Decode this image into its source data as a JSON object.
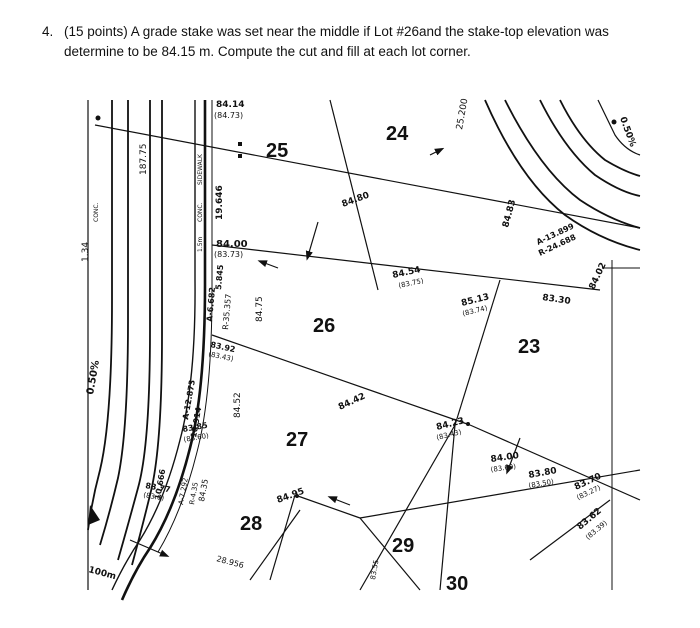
{
  "question": {
    "number": "4.",
    "line1": "(15 points) A grade stake was set near the middle if Lot #26and the stake-top elevation was",
    "line2": "determine to be 84.15 m.  Compute the cut and fill at each lot corner."
  },
  "plan": {
    "lots": {
      "l24": "24",
      "l25": "25",
      "l26": "26",
      "l23": "23",
      "l27": "27",
      "l28": "28",
      "l29": "29",
      "l30": "30"
    },
    "elevations": {
      "e8414": "84.14",
      "e8414b": "(84.73)",
      "e8480": "84.80",
      "e8400": "84.00",
      "e8400b": "(83.73)",
      "e8454": "84.54",
      "e8454b": "(83.75)",
      "e8513": "85.13",
      "e8513b": "(83.74)",
      "e8392": "83.92",
      "e8392b": "(83.43)",
      "e8442": "84.42",
      "e8423": "84.23",
      "e8423b": "(83.43)",
      "e8400r": "84.00",
      "e8400rb": "(83.60)",
      "e8380": "83.80",
      "e8380b": "(83.50)",
      "e8370": "83.70",
      "e8370b": "(83.27)",
      "e8362": "83.62",
      "e8362b": "(83.39)",
      "e8385": "83.85",
      "e8385b": "(83.60)",
      "e8377": "83.77",
      "e8377b": "(83.6)",
      "e8495": "84.95",
      "e8330": "83.30",
      "e8483": "84.83",
      "e8475": "84.75",
      "e8452": "84.52",
      "e8435": "84.35",
      "e8402": "84.02"
    },
    "labels": {
      "d18775": "187.75",
      "d19646": "19.646",
      "side": "SIDEWALK",
      "conc": "CONC.",
      "conc2": "CONC.",
      "m15": "1.5m",
      "arc1": "A-6.682",
      "arc1b": "5.845",
      "arc1c": "R-35.357",
      "arc2": "A-12.873",
      "arc2b": "10.914",
      "arc3": "A-13.899",
      "arc3b": "R-24.688",
      "arc4": "A-7.292",
      "arc4b": "R-4.35",
      "d10666": "10.666",
      "d25200": "25.200",
      "slope1": "0.50%",
      "slope2": "0.50%",
      "d28956": "28.956",
      "d13": "1.34",
      "m100": "100m",
      "d8355": "83.55"
    }
  }
}
